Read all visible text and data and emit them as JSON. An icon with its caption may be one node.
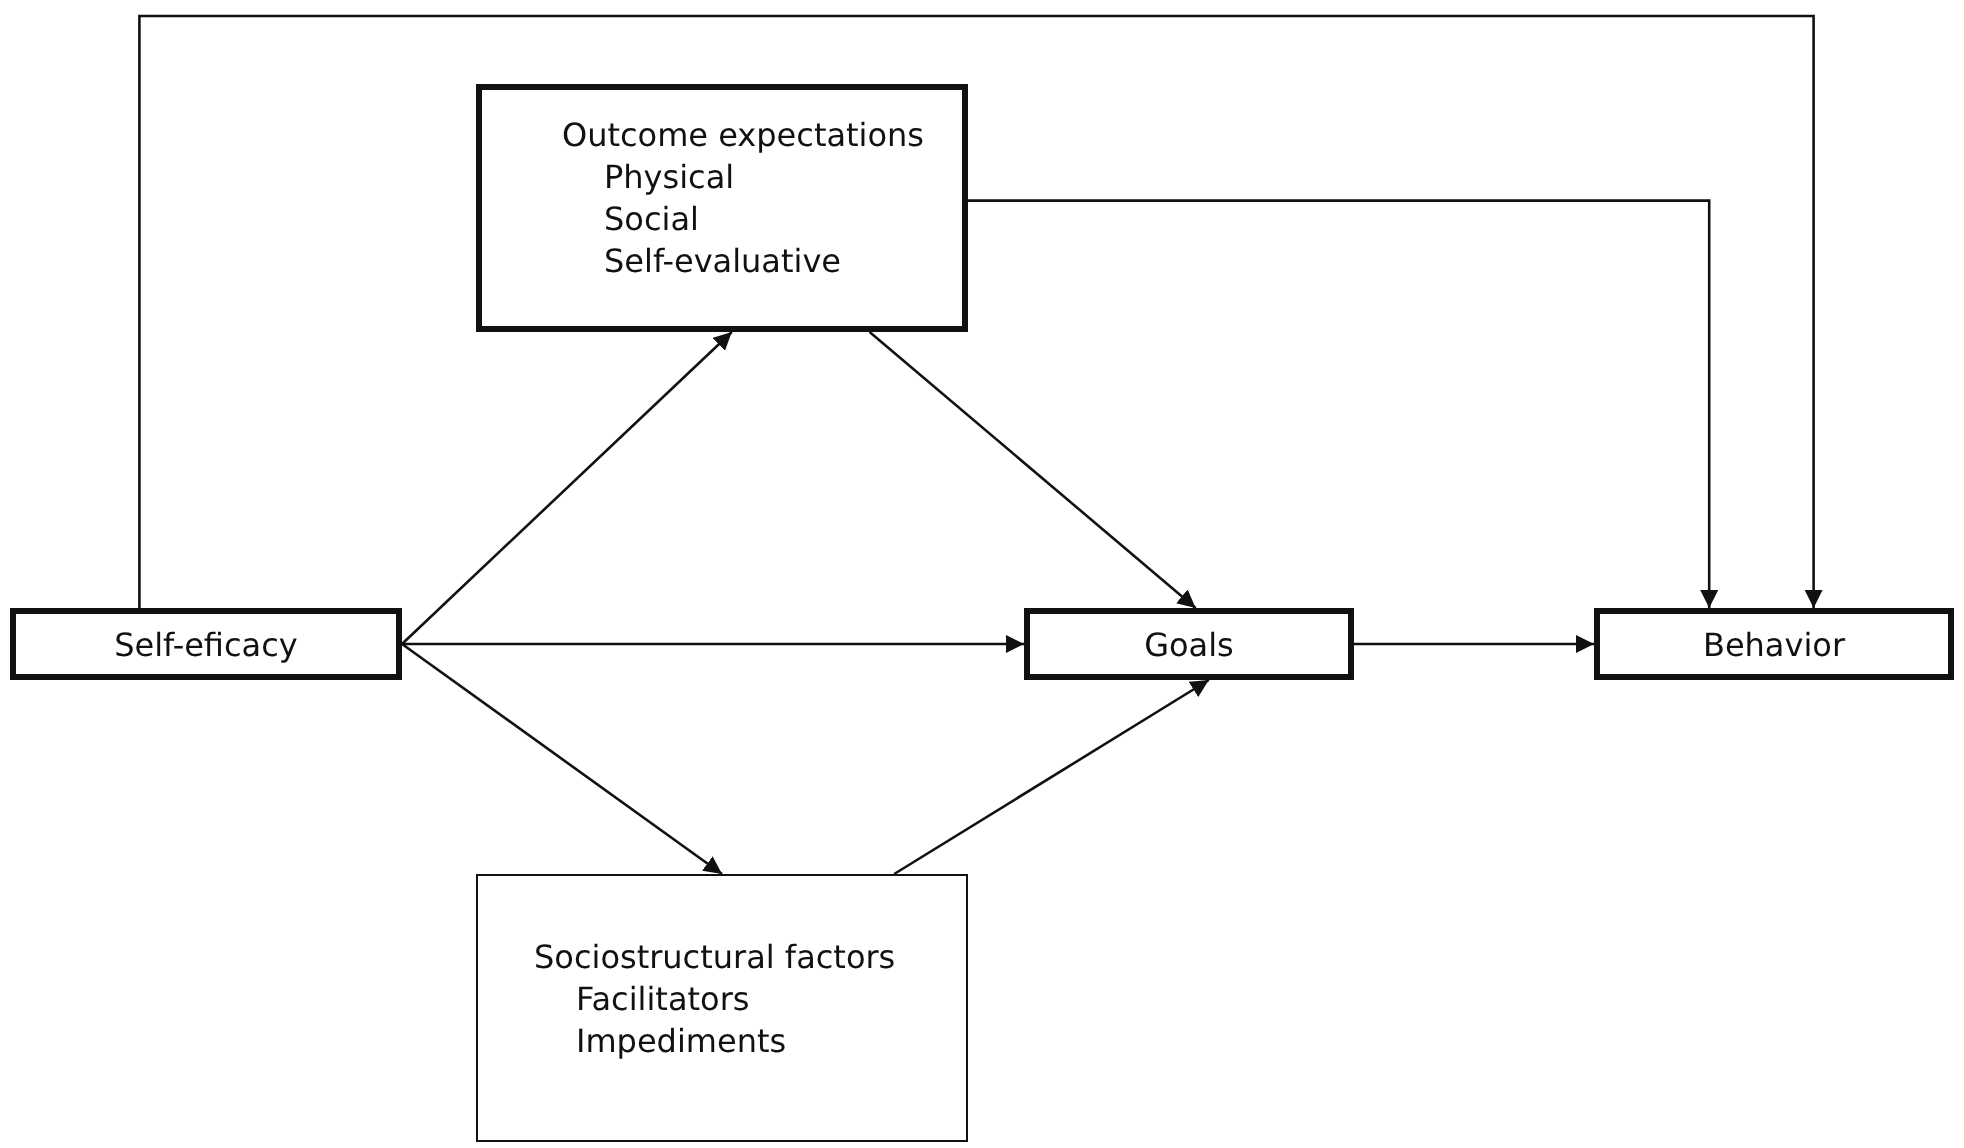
{
  "diagram": {
    "nodes": [
      {
        "text": [
          "Outcome expectations",
          "Physical",
          "Social",
          "Self-evaluative"
        ]
      },
      {
        "text": [
          "Self-eficacy"
        ]
      },
      {
        "text": [
          "Goals"
        ]
      },
      {
        "text": [
          "Behavior"
        ]
      },
      {
        "text": [
          "Sociostructural factors",
          "Facilitators",
          "Impediments"
        ]
      }
    ],
    "edges": [
      {
        "from": 1,
        "to": 0,
        "arrow": "to"
      },
      {
        "from": 1,
        "to": 2,
        "arrow": "to"
      },
      {
        "from": 1,
        "to": 4,
        "arrow": "to"
      },
      {
        "from": 0,
        "to": 2,
        "arrow": "to"
      },
      {
        "from": 4,
        "to": 2,
        "arrow": "to"
      },
      {
        "from": 2,
        "to": 3,
        "arrow": "to"
      },
      {
        "from": 0,
        "to": 3,
        "arrow": "to"
      },
      {
        "from": 1,
        "to": 3,
        "arrow": "to"
      }
    ]
  }
}
